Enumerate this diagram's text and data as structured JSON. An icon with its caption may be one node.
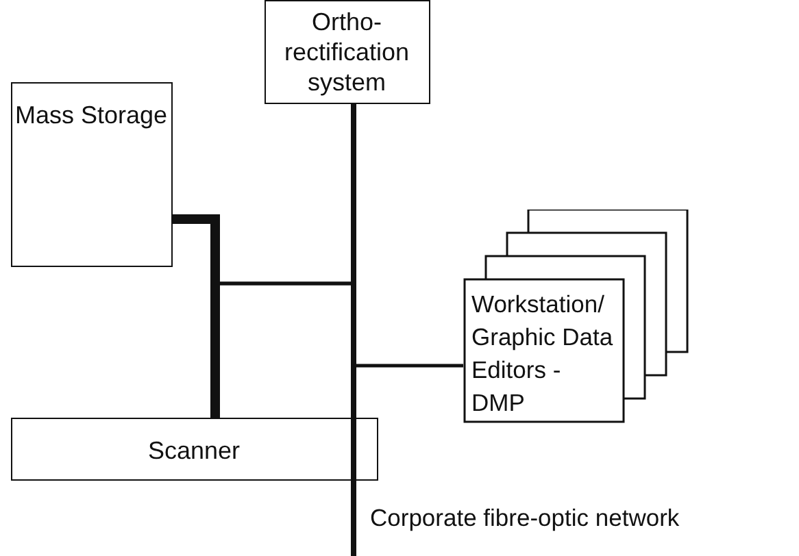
{
  "diagram": {
    "nodes": [
      {
        "text": [
          "Ortho- rectification system"
        ]
      },
      {
        "text": [
          "Mass Storage"
        ]
      },
      {
        "text": [
          "Workstation/ Graphic Data Editors - DMP"
        ]
      },
      {
        "text": [
          "Scanner"
        ]
      },
      {
        "text": [],
        "shape": "bar",
        "beside": [
          "Corporate fibre-optic network"
        ]
      }
    ],
    "edges": [
      {
        "from": 1,
        "to": 3,
        "arrow": "none",
        "style": "thick"
      },
      {
        "from": 4,
        "to": 1,
        "arrow": "none"
      },
      {
        "from": 4,
        "to": 3,
        "arrow": "none"
      },
      {
        "from": 4,
        "to": 2,
        "arrow": "none"
      }
    ]
  }
}
